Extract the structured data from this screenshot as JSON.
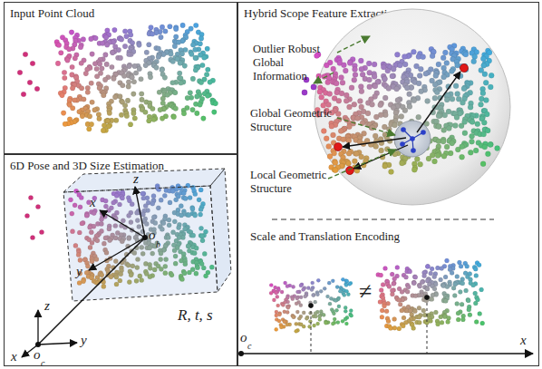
{
  "diagram": {
    "nodes": [
      {
        "text": [
          "Input Point Cloud"
        ]
      },
      {
        "text": [
          "6D Pose and 3D Size Estimation"
        ]
      },
      {
        "text": [
          "Hybrid Scope Feature Extraction"
        ]
      }
    ],
    "labels": [
      "Outlier Robust Global Information",
      "Global Geometric Structure",
      "Local Geometric Structure",
      "Scale and Translation Encoding",
      "z",
      "x",
      "y",
      "o",
      "b",
      "R, t, s",
      "z",
      "y",
      "x",
      "o",
      "c",
      "≠",
      "o",
      "c",
      "x"
    ]
  }
}
